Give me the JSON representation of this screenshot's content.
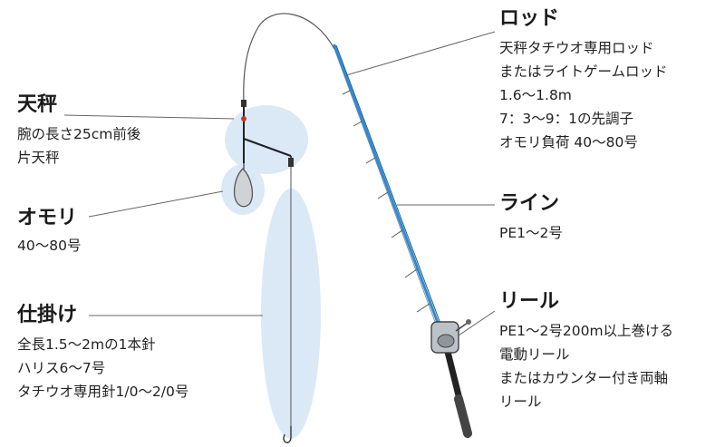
{
  "labels": {
    "tenbin": {
      "title": "天秤",
      "lines": [
        "腕の長さ25cm前後",
        "片天秤"
      ]
    },
    "omori": {
      "title": "オモリ",
      "lines": [
        "40〜80号"
      ]
    },
    "shikake": {
      "title": "仕掛け",
      "lines": [
        "全長1.5〜2mの1本針",
        "ハリス6〜7号",
        "タチウオ専用針1/0〜2/0号"
      ]
    },
    "rod": {
      "title": "ロッド",
      "lines": [
        "天秤タチウオ専用ロッド",
        "またはライトゲームロッド",
        "1.6〜1.8m",
        "7：3〜9：1の先調子",
        "オモリ負荷 40〜80号"
      ]
    },
    "line": {
      "title": "ライン",
      "lines": [
        "PE1〜2号"
      ]
    },
    "reel": {
      "title": "リール",
      "lines": [
        "PE1〜2号200m以上巻ける",
        "電動リール",
        "またはカウンター付き両軸",
        "リール"
      ]
    }
  },
  "colors": {
    "highlight": "#dbe9f7",
    "rod_blue": "#2d8ad6",
    "rod_dark": "#222222",
    "leader": "#555555"
  }
}
